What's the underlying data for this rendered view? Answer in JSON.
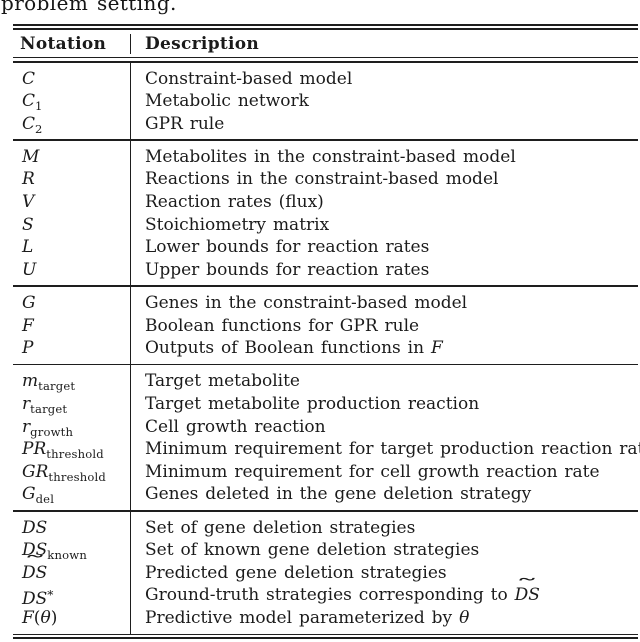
{
  "page": {
    "top_text": "problem setting."
  },
  "colors": {
    "text": "#1b1b1b",
    "rule": "#1e1e1e",
    "background": "#ffffff"
  },
  "table": {
    "header": {
      "notation": "Notation",
      "description": "Description"
    },
    "sections": [
      {
        "rows": [
          {
            "notation": [
              {
                "text": "C",
                "style": "cal"
              }
            ],
            "description": [
              {
                "text": "Constraint-based model",
                "style": "rm"
              }
            ]
          },
          {
            "notation": [
              {
                "text": "C",
                "style": "cal"
              },
              {
                "text": "1",
                "style": "sub"
              }
            ],
            "description": [
              {
                "text": "Metabolic network",
                "style": "rm"
              }
            ]
          },
          {
            "notation": [
              {
                "text": "C",
                "style": "cal"
              },
              {
                "text": "2",
                "style": "sub"
              }
            ],
            "description": [
              {
                "text": "GPR rule",
                "style": "rm"
              }
            ]
          }
        ]
      },
      {
        "rows": [
          {
            "notation": [
              {
                "text": "M",
                "style": "it"
              }
            ],
            "description": [
              {
                "text": "Metabolites in the constraint-based model",
                "style": "rm"
              }
            ]
          },
          {
            "notation": [
              {
                "text": "R",
                "style": "it"
              }
            ],
            "description": [
              {
                "text": "Reactions in the constraint-based model",
                "style": "rm"
              }
            ]
          },
          {
            "notation": [
              {
                "text": "V",
                "style": "it"
              }
            ],
            "description": [
              {
                "text": "Reaction rates (flux)",
                "style": "rm"
              }
            ]
          },
          {
            "notation": [
              {
                "text": "S",
                "style": "it"
              }
            ],
            "description": [
              {
                "text": "Stoichiometry matrix",
                "style": "rm"
              }
            ]
          },
          {
            "notation": [
              {
                "text": "L",
                "style": "it"
              }
            ],
            "description": [
              {
                "text": "Lower bounds for reaction rates",
                "style": "rm"
              }
            ]
          },
          {
            "notation": [
              {
                "text": "U",
                "style": "it"
              }
            ],
            "description": [
              {
                "text": "Upper bounds for reaction rates",
                "style": "rm"
              }
            ]
          }
        ]
      },
      {
        "rows": [
          {
            "notation": [
              {
                "text": "G",
                "style": "it"
              }
            ],
            "description": [
              {
                "text": "Genes in the constraint-based model",
                "style": "rm"
              }
            ]
          },
          {
            "notation": [
              {
                "text": "F",
                "style": "it"
              }
            ],
            "description": [
              {
                "text": "Boolean functions for GPR rule",
                "style": "rm"
              }
            ]
          },
          {
            "notation": [
              {
                "text": "P",
                "style": "it"
              }
            ],
            "description": [
              {
                "text": "Outputs of Boolean functions in ",
                "style": "rm"
              },
              {
                "text": "F",
                "style": "it"
              }
            ]
          }
        ]
      },
      {
        "rows": [
          {
            "notation": [
              {
                "text": "m",
                "style": "it"
              },
              {
                "text": "target",
                "style": "sub"
              }
            ],
            "description": [
              {
                "text": "Target metabolite",
                "style": "rm"
              }
            ]
          },
          {
            "notation": [
              {
                "text": "r",
                "style": "it"
              },
              {
                "text": "target",
                "style": "sub"
              }
            ],
            "description": [
              {
                "text": "Target metabolite production reaction",
                "style": "rm"
              }
            ]
          },
          {
            "notation": [
              {
                "text": "r",
                "style": "it"
              },
              {
                "text": "growth",
                "style": "sub"
              }
            ],
            "description": [
              {
                "text": "Cell growth reaction",
                "style": "rm"
              }
            ]
          },
          {
            "notation": [
              {
                "text": "PR",
                "style": "it"
              },
              {
                "text": "threshold",
                "style": "sub"
              }
            ],
            "description": [
              {
                "text": "Minimum requirement for target production reaction rate",
                "style": "rm"
              }
            ]
          },
          {
            "notation": [
              {
                "text": "GR",
                "style": "it"
              },
              {
                "text": "threshold",
                "style": "sub"
              }
            ],
            "description": [
              {
                "text": "Minimum requirement for cell growth reaction rate",
                "style": "rm"
              }
            ]
          },
          {
            "notation": [
              {
                "text": "G",
                "style": "it"
              },
              {
                "text": "del",
                "style": "sub"
              }
            ],
            "description": [
              {
                "text": "Genes deleted in the gene deletion strategy",
                "style": "rm"
              }
            ]
          }
        ]
      },
      {
        "rows": [
          {
            "notation": [
              {
                "text": "DS",
                "style": "it"
              }
            ],
            "description": [
              {
                "text": "Set of gene deletion strategies",
                "style": "rm"
              }
            ]
          },
          {
            "notation": [
              {
                "text": "DS",
                "style": "it"
              },
              {
                "text": "known",
                "style": "sub"
              }
            ],
            "description": [
              {
                "text": "Set of known gene deletion strategies",
                "style": "rm"
              }
            ]
          },
          {
            "notation": [
              {
                "text": "DS",
                "style": "it",
                "tilde": true
              }
            ],
            "description": [
              {
                "text": "Predicted gene deletion strategies",
                "style": "rm"
              }
            ]
          },
          {
            "notation": [
              {
                "text": "DS",
                "style": "it"
              },
              {
                "text": "*",
                "style": "sup"
              }
            ],
            "description": [
              {
                "text": "Ground-truth strategies corresponding to ",
                "style": "rm"
              },
              {
                "text": "DS",
                "style": "it",
                "tilde": true
              }
            ]
          },
          {
            "notation": [
              {
                "text": "F",
                "style": "cal"
              },
              {
                "text": "(",
                "style": "rm"
              },
              {
                "text": "θ",
                "style": "it"
              },
              {
                "text": ")",
                "style": "rm"
              }
            ],
            "description": [
              {
                "text": "Predictive model parameterized by ",
                "style": "rm"
              },
              {
                "text": "θ",
                "style": "it"
              }
            ]
          }
        ]
      }
    ]
  }
}
